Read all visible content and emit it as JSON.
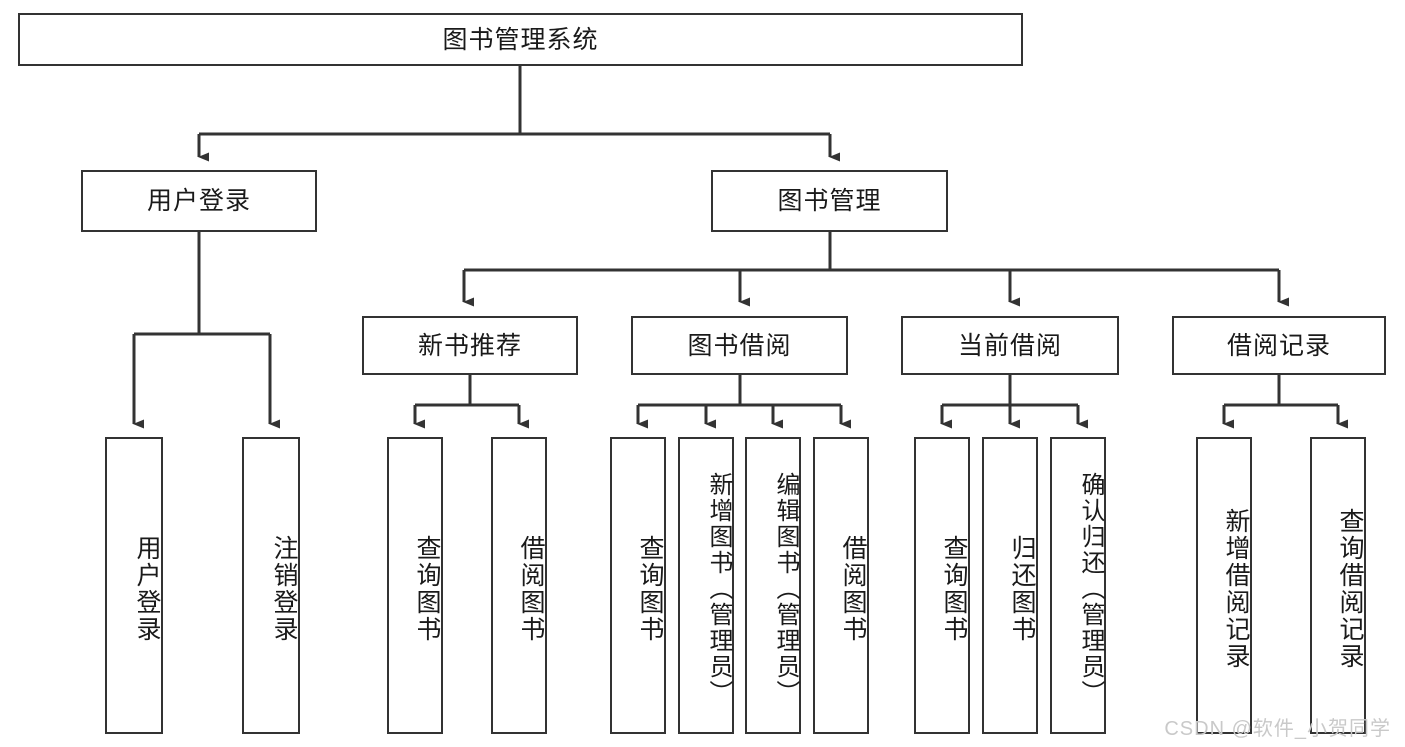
{
  "diagram": {
    "title": "图书管理系统",
    "type": "tree-hierarchy-diagram",
    "watermark": "CSDN @软件_小贺同学",
    "colors": {
      "stroke": "#333333",
      "fill": "#ffffff",
      "text": "#1a1a1a",
      "watermark": "#c9c9c9"
    },
    "root": {
      "id": "root",
      "label": "图书管理系统"
    },
    "level2": [
      {
        "id": "user-login",
        "label": "用户登录"
      },
      {
        "id": "book-management",
        "label": "图书管理"
      }
    ],
    "level3": [
      {
        "id": "new-book-recommend",
        "label": "新书推荐",
        "parent": "book-management"
      },
      {
        "id": "book-borrow",
        "label": "图书借阅",
        "parent": "book-management"
      },
      {
        "id": "current-borrow",
        "label": "当前借阅",
        "parent": "book-management"
      },
      {
        "id": "borrow-record",
        "label": "借阅记录",
        "parent": "book-management"
      }
    ],
    "leaves": [
      {
        "id": "leaf-user-login",
        "label": "用户登录",
        "parent": "user-login"
      },
      {
        "id": "leaf-logout",
        "label": "注销登录",
        "parent": "user-login"
      },
      {
        "id": "leaf-query-book-1",
        "label": "查询图书",
        "parent": "new-book-recommend"
      },
      {
        "id": "leaf-borrow-book-1",
        "label": "借阅图书",
        "parent": "new-book-recommend"
      },
      {
        "id": "leaf-query-book-2",
        "label": "查询图书",
        "parent": "book-borrow"
      },
      {
        "id": "leaf-add-book",
        "label": "新增图书（管理员）",
        "parent": "book-borrow"
      },
      {
        "id": "leaf-edit-book",
        "label": "编辑图书（管理员）",
        "parent": "book-borrow"
      },
      {
        "id": "leaf-borrow-book-2",
        "label": "借阅图书",
        "parent": "book-borrow"
      },
      {
        "id": "leaf-query-book-3",
        "label": "查询图书",
        "parent": "current-borrow"
      },
      {
        "id": "leaf-return-book",
        "label": "归还图书",
        "parent": "current-borrow"
      },
      {
        "id": "leaf-confirm-return",
        "label": "确认归还（管理员）",
        "parent": "current-borrow"
      },
      {
        "id": "leaf-add-record",
        "label": "新增借阅记录",
        "parent": "borrow-record"
      },
      {
        "id": "leaf-query-record",
        "label": "查询借阅记录",
        "parent": "borrow-record"
      }
    ]
  }
}
